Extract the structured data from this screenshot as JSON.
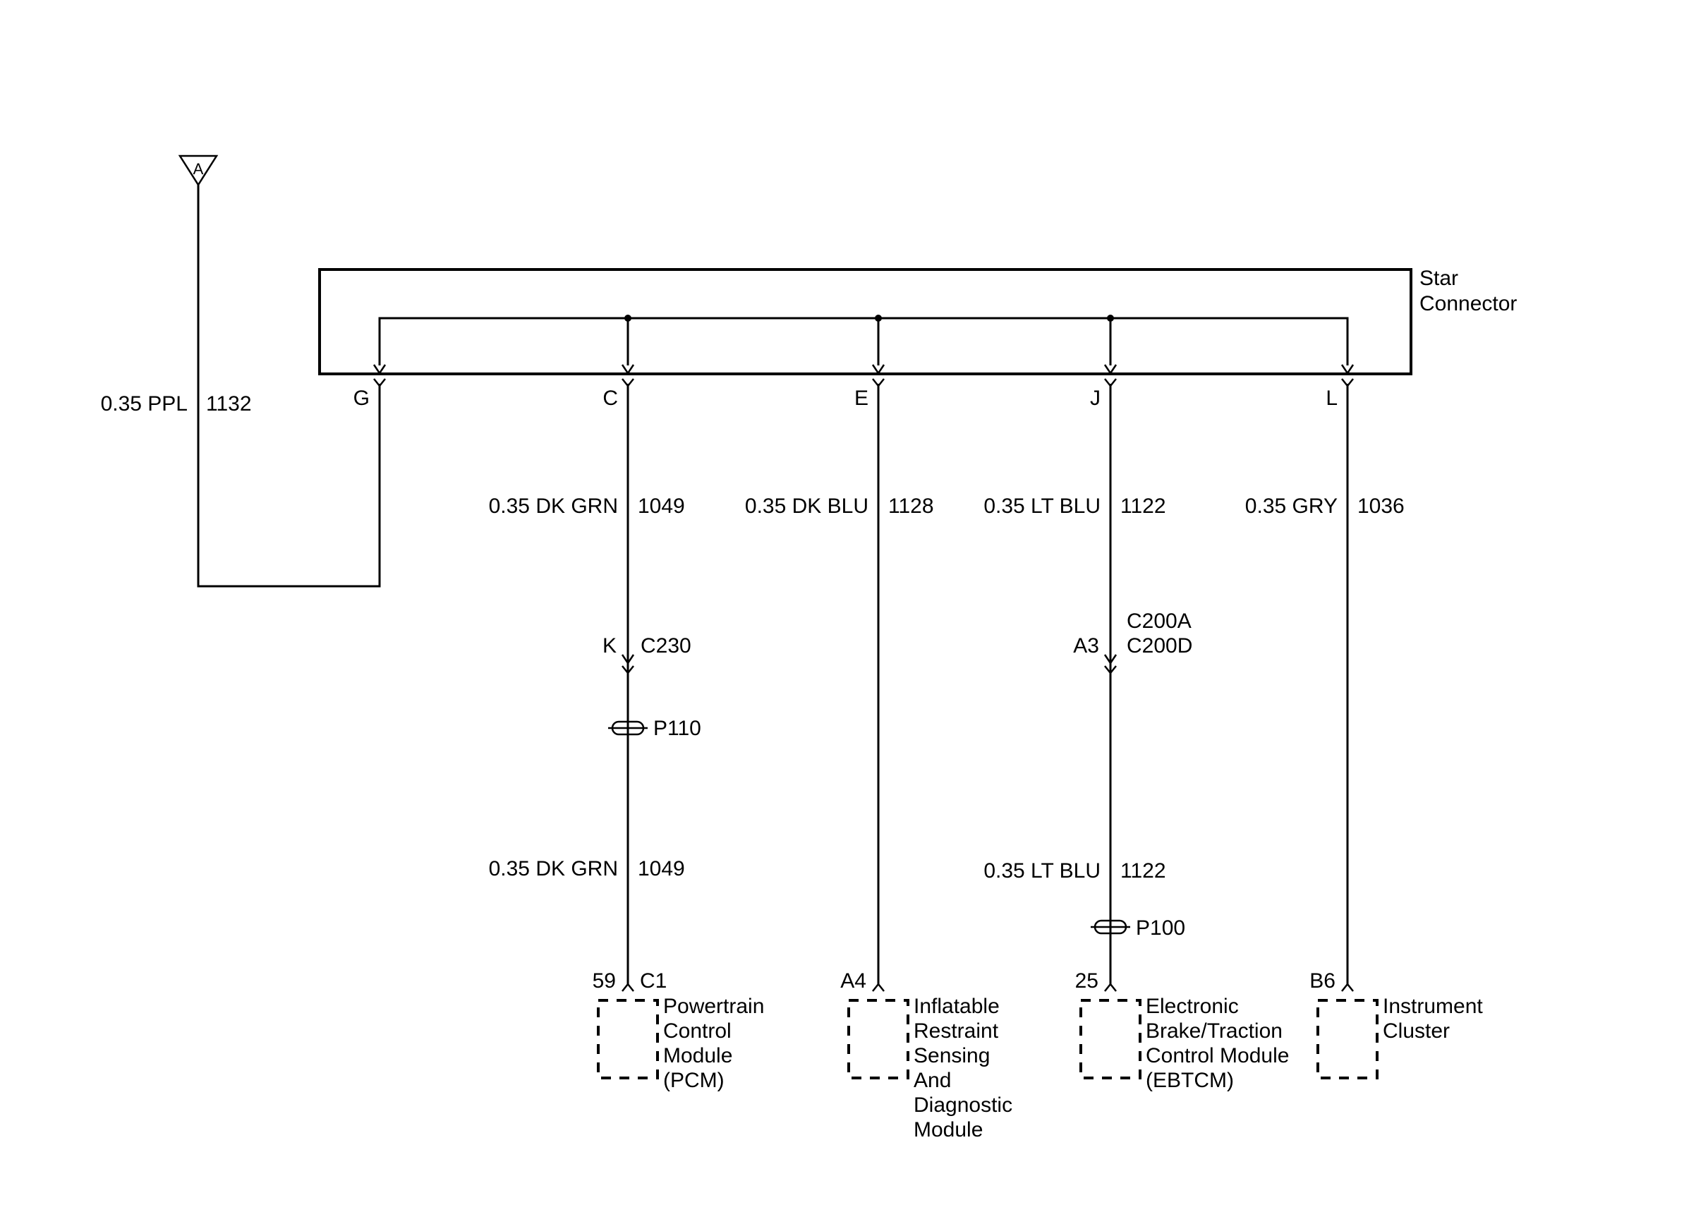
{
  "connector": {
    "label_line1": "Star",
    "label_line2": "Connector",
    "pins": {
      "g": "G",
      "c": "C",
      "e": "E",
      "j": "J",
      "l": "L"
    }
  },
  "offpage": {
    "letter": "A"
  },
  "wires": {
    "ppl": {
      "spec": "0.35 PPL",
      "circuit": "1132"
    },
    "dkgrn_1": {
      "spec": "0.35 DK GRN",
      "circuit": "1049"
    },
    "dkblu": {
      "spec": "0.35 DK BLU",
      "circuit": "1128"
    },
    "ltblu_1": {
      "spec": "0.35 LT BLU",
      "circuit": "1122"
    },
    "gry": {
      "spec": "0.35 GRY",
      "circuit": "1036"
    },
    "dkgrn_2": {
      "spec": "0.35 DK GRN",
      "circuit": "1049"
    },
    "ltblu_2": {
      "spec": "0.35 LT BLU",
      "circuit": "1122"
    }
  },
  "inline": {
    "c230": {
      "pin": "K",
      "name": "C230"
    },
    "c200": {
      "pin": "A3",
      "name_line1": "C200A",
      "name_line2": "C200D"
    }
  },
  "grounds": {
    "p110": "P110",
    "p100": "P100"
  },
  "modules": {
    "pcm": {
      "pin": "59",
      "connector": "C1",
      "lines": [
        "Powertrain",
        "Control",
        "Module",
        "(PCM)"
      ]
    },
    "sdm": {
      "pin": "A4",
      "lines": [
        "Inflatable",
        "Restraint",
        "Sensing",
        "And",
        "Diagnostic",
        "Module"
      ]
    },
    "ebtcm": {
      "pin": "25",
      "lines": [
        "Electronic",
        "Brake/Traction",
        "Control Module",
        "(EBTCM)"
      ]
    },
    "ipc": {
      "pin": "B6",
      "lines": [
        "Instrument",
        "Cluster"
      ]
    }
  }
}
